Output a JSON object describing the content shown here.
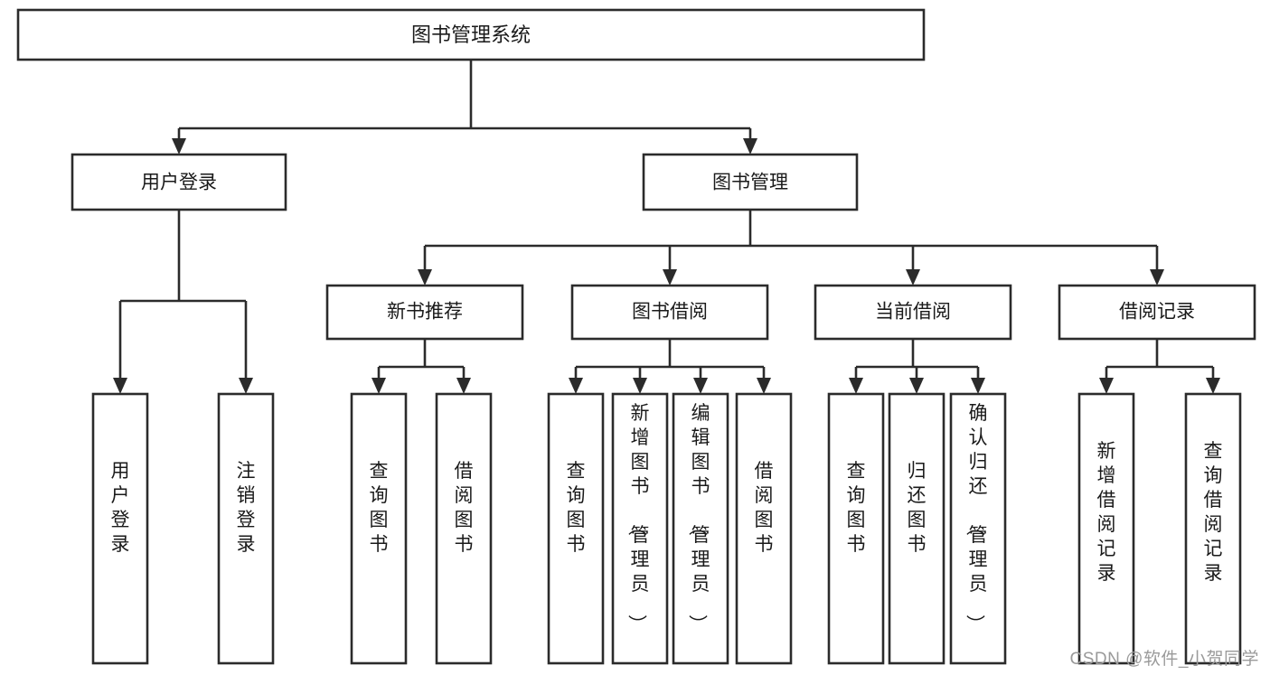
{
  "diagram": {
    "type": "tree-hierarchy",
    "title": "图书管理系统",
    "watermark": "CSDN @软件_小贺同学",
    "colors": {
      "stroke": "#2b2b2b",
      "box_fill": "#ffffff",
      "text": "#1a1a1a",
      "background": "#ffffff",
      "watermark": "#9a9a9a"
    },
    "root": {
      "id": "root",
      "label": "图书管理系统",
      "orientation": "horizontal"
    },
    "level2": [
      {
        "id": "user-login",
        "label": "用户登录",
        "orientation": "horizontal"
      },
      {
        "id": "book-manage",
        "label": "图书管理",
        "orientation": "horizontal"
      }
    ],
    "level3": [
      {
        "id": "new-book-recommend",
        "label": "新书推荐",
        "parent": "book-manage",
        "orientation": "horizontal"
      },
      {
        "id": "book-borrow",
        "label": "图书借阅",
        "parent": "book-manage",
        "orientation": "horizontal"
      },
      {
        "id": "current-borrow",
        "label": "当前借阅",
        "parent": "book-manage",
        "orientation": "horizontal"
      },
      {
        "id": "borrow-record",
        "label": "借阅记录",
        "parent": "book-manage",
        "orientation": "horizontal"
      }
    ],
    "leaves": [
      {
        "id": "leaf-user-login",
        "label": "用户登录",
        "parent": "user-login",
        "orientation": "vertical"
      },
      {
        "id": "leaf-user-logout",
        "label": "注销登录",
        "parent": "user-login",
        "orientation": "vertical"
      },
      {
        "id": "leaf-query-book-1",
        "label": "查询图书",
        "parent": "new-book-recommend",
        "orientation": "vertical"
      },
      {
        "id": "leaf-borrow-book-1",
        "label": "借阅图书",
        "parent": "new-book-recommend",
        "orientation": "vertical"
      },
      {
        "id": "leaf-query-book-2",
        "label": "查询图书",
        "parent": "book-borrow",
        "orientation": "vertical"
      },
      {
        "id": "leaf-add-book",
        "label": "新增图书（管理员）",
        "parent": "book-borrow",
        "orientation": "vertical"
      },
      {
        "id": "leaf-edit-book",
        "label": "编辑图书（管理员）",
        "parent": "book-borrow",
        "orientation": "vertical"
      },
      {
        "id": "leaf-borrow-book-2",
        "label": "借阅图书",
        "parent": "book-borrow",
        "orientation": "vertical"
      },
      {
        "id": "leaf-query-book-3",
        "label": "查询图书",
        "parent": "current-borrow",
        "orientation": "vertical"
      },
      {
        "id": "leaf-return-book",
        "label": "归还图书",
        "parent": "current-borrow",
        "orientation": "vertical"
      },
      {
        "id": "leaf-confirm-return",
        "label": "确认归还（管理员）",
        "parent": "current-borrow",
        "orientation": "vertical"
      },
      {
        "id": "leaf-add-record",
        "label": "新增借阅记录",
        "parent": "borrow-record",
        "orientation": "vertical"
      },
      {
        "id": "leaf-query-record",
        "label": "查询借阅记录",
        "parent": "borrow-record",
        "orientation": "vertical"
      }
    ]
  }
}
